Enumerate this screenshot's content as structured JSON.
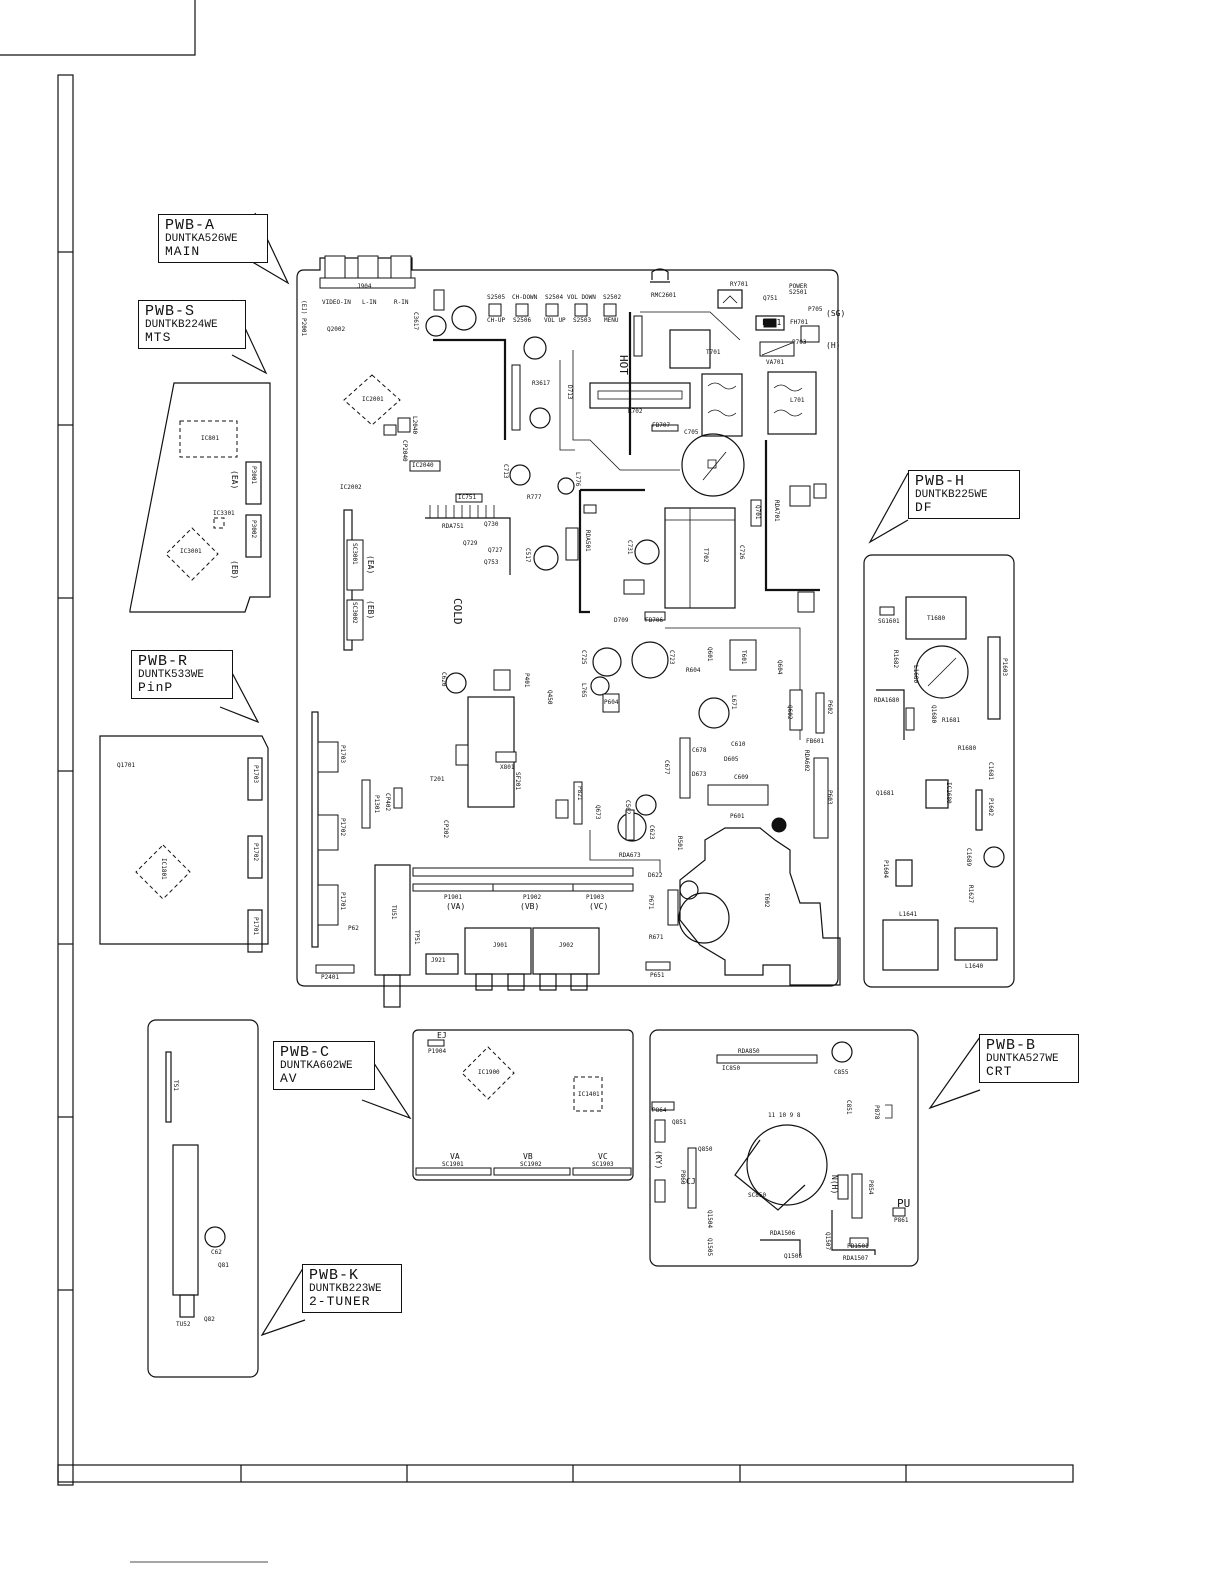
{
  "boards": {
    "a": {
      "name": "PWB-A",
      "code": "DUNTKA526WE",
      "desc": "MAIN"
    },
    "s": {
      "name": "PWB-S",
      "code": "DUNTKB224WE",
      "desc": "MTS"
    },
    "r": {
      "name": "PWB-R",
      "code": "DUNTK533WE",
      "desc": "PinP"
    },
    "h": {
      "name": "PWB-H",
      "code": "DUNTKB225WE",
      "desc": "DF"
    },
    "c": {
      "name": "PWB-C",
      "code": "DUNTKA602WE",
      "desc": "AV"
    },
    "b": {
      "name": "PWB-B",
      "code": "DUNTKA527WE",
      "desc": "CRT"
    },
    "k": {
      "name": "PWB-K",
      "code": "DUNTKB223WE",
      "desc": "2-TUNER"
    }
  },
  "main": {
    "j904": "J904",
    "video_in": "VIDEO-IN",
    "l_in": "L-IN",
    "r_in": "R-IN",
    "s2505": "S2505",
    "s2506": "S2506",
    "ch_up": "CH-UP",
    "ch_down": "CH-DOWN",
    "s2504": "S2504",
    "vol_up": "VOL UP",
    "vol_down": "VOL DOWN",
    "s2503": "S2503",
    "s2502": "S2502",
    "menu": "MENU",
    "rmc": "RMC2601",
    "ry701": "RY701",
    "q751": "Q751",
    "power": "POWER",
    "s2501": "S2501",
    "p705": "P705",
    "sg": "(SG)",
    "h": "(H)",
    "p703": "P703",
    "f701": "F701",
    "fh701": "FH701",
    "va701": "VA701",
    "t701": "T701",
    "l701": "L701",
    "hot": "HOT",
    "cold": "COLD",
    "r702": "R702",
    "fb707": "FB707",
    "d713": "D713",
    "c705": "C705",
    "ic2001": "IC2001",
    "l2040": "L2040",
    "ic2040": "IC2040",
    "ic2002": "IC2002",
    "ej": "(EJ)",
    "q2002": "Q2002",
    "p2001": "P2001",
    "c713": "C713",
    "r777": "R777",
    "l776": "L776",
    "ic751": "IC751",
    "rda751": "RDA751",
    "q730": "Q730",
    "q729": "Q729",
    "q727": "Q727",
    "q753": "Q753",
    "c517": "C517",
    "rda501": "RDA501",
    "c731": "C731",
    "t702": "T702",
    "c726": "C726",
    "rda701": "RDA701",
    "q701": "Q701",
    "d709": "D709",
    "fb706": "FB706",
    "sc3001": "SC3001",
    "sc3002": "SC3002",
    "ea": "(EA)",
    "eb": "(EB)",
    "c620": "C620",
    "p401": "P401",
    "q450": "Q450",
    "c725": "C725",
    "c723": "C723",
    "l765": "L765",
    "t601": "T601",
    "q601": "Q601",
    "r604": "R604",
    "q604": "Q604",
    "q602": "Q602",
    "p602": "P602",
    "fb601": "FB601",
    "p604": "P604",
    "l671": "L671",
    "c678": "C678",
    "c610": "C610",
    "d605": "D605",
    "c677": "C677",
    "d673": "D673",
    "c609": "C609",
    "p601": "P601",
    "rda602": "RDA602",
    "p603": "P603",
    "p1703": "P1703",
    "p1702": "P1702",
    "p1701": "P1701",
    "p1901": "P1901",
    "p1902": "P1902",
    "p1903": "P1903",
    "va": "(VA)",
    "vb": "(VB)",
    "vc": "(VC)",
    "tu51": "TU51",
    "p2401": "P2401",
    "j921": "J921",
    "j901": "J901",
    "j902": "J902",
    "p651": "P651",
    "p62": "P62",
    "rda673": "RDA673",
    "d622": "D622",
    "c502": "C502",
    "c623": "C623",
    "r501": "R501",
    "q673": "Q673",
    "p821": "P821",
    "x801": "X801",
    "sf201": "SF201",
    "t201": "T201",
    "p1301": "P1301",
    "cp402": "CP402",
    "cp202": "CP202",
    "p671": "P671",
    "r671": "R671",
    "t602": "T602",
    "tp51": "TP51",
    "cp2040": "CP2040",
    "r3617": "R3617",
    "c3617": "C3617"
  },
  "pwb_s": {
    "ic801": "IC801",
    "ic3001": "IC3001",
    "ic3301": "IC3301",
    "p3001": "P3001",
    "p3002": "P3002",
    "ea": "(EA)",
    "eb": "(EB)"
  },
  "pwb_r": {
    "q1701": "Q1701",
    "ic1801": "IC1801",
    "p1703": "P1703",
    "p1702": "P1702",
    "p1701": "P1701"
  },
  "pwb_h": {
    "sg1601": "SG1601",
    "t1680": "T1680",
    "r1682": "R1682",
    "l1680": "L1680",
    "p1603": "P1603",
    "rda1680": "RDA1680",
    "q1680": "Q1680",
    "r1681": "R1681",
    "r1680": "R1680",
    "q1681": "Q1681",
    "ic1680": "IC1680",
    "c1681": "C1681",
    "p1602": "P1602",
    "c1689": "C1689",
    "p1604": "P1604",
    "r1627": "R1627",
    "l1641": "L1641",
    "l1640": "L1640"
  },
  "pwb_c": {
    "p1904": "P1904",
    "ej": "EJ",
    "ic1900": "IC1900",
    "ic1401": "IC1401",
    "va": "VA",
    "vb": "VB",
    "vc": "VC",
    "sc1901": "SC1901",
    "sc1902": "SC1902",
    "sc1903": "SC1903"
  },
  "pwb_b": {
    "rda850": "RDA850",
    "ic850": "IC850",
    "c855": "C855",
    "c851": "C851",
    "p878": "P878",
    "ky": "(KY)",
    "q851": "Q851",
    "q850": "Q850",
    "p860": "P860",
    "cj": "CJ",
    "sc850": "SC850",
    "n_h": "N(H)",
    "p854": "P854",
    "rda1506": "RDA1506",
    "q1506": "Q1506",
    "q1505": "Q1505",
    "q1504": "Q1504",
    "q1507": "Q1507",
    "fb1501": "FB1501",
    "rda1507": "RDA1507",
    "pu": "PU",
    "p861": "P861",
    "p864": "P864",
    "pins": "11 10 9 8"
  },
  "pwb_k": {
    "ts1": "TS1",
    "c62": "C62",
    "q81": "Q81",
    "q82": "Q82",
    "tu52": "TU52"
  }
}
